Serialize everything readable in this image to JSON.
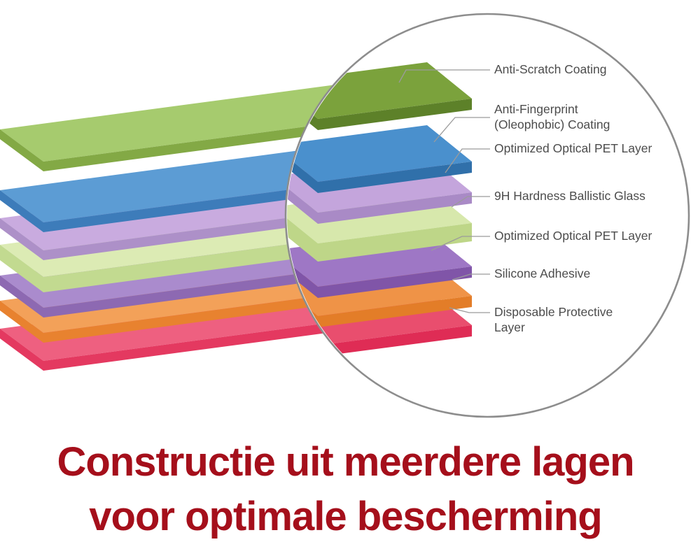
{
  "theme": {
    "background": "#ffffff",
    "circle_stroke": "#8d8d8d",
    "leader_line": "#9b9b9b",
    "label_color": "#4c4c4c",
    "headline_color": "#a50f1b"
  },
  "layers": [
    {
      "name": "anti-scratch-coating",
      "lines": [
        "Anti-Scratch Coating"
      ],
      "top": "#a6cb6e",
      "side": "#83a945",
      "zoom_top": "#7ba23c",
      "zoom_side": "#5d8129"
    },
    {
      "name": "anti-fingerprint-oleophobic-coating",
      "lines": [
        "Anti-Fingerprint",
        "(Oleophobic) Coating"
      ],
      "top": "#5c9cd4",
      "side": "#3d7cba",
      "zoom_top": "#4a90cd",
      "zoom_side": "#3070aa"
    },
    {
      "name": "optimized-optical-pet-layer-upper",
      "lines": [
        "Optimized Optical PET Layer"
      ],
      "top": "#c9abdf",
      "side": "#ad90c8",
      "zoom_top": "#c4a5dc",
      "zoom_side": "#a98ac6"
    },
    {
      "name": "9h-hardness-ballistic-glass",
      "lines": [
        "9H Hardness Ballistic Glass"
      ],
      "top": "#dcebb4",
      "side": "#c2da90",
      "zoom_top": "#d7e8ac",
      "zoom_side": "#bed688"
    },
    {
      "name": "optimized-optical-pet-layer-lower",
      "lines": [
        "Optimized Optical PET Layer"
      ],
      "top": "#aa8bcd",
      "side": "#8d69b2",
      "zoom_top": "#9e77c5",
      "zoom_side": "#8055a8"
    },
    {
      "name": "silicone-adhesive",
      "lines": [
        "Silicone Adhesive"
      ],
      "top": "#f3a159",
      "side": "#e8822f",
      "zoom_top": "#ef9347",
      "zoom_side": "#e37d28"
    },
    {
      "name": "disposable-protective-layer",
      "lines": [
        "Disposable Protective",
        "Layer"
      ],
      "top": "#ee6080",
      "side": "#e43960",
      "zoom_top": "#e94e6e",
      "zoom_side": "#df2c55"
    }
  ],
  "headline": {
    "line1": "Constructie uit meerdere lagen",
    "line2": "voor optimale bescherming"
  }
}
